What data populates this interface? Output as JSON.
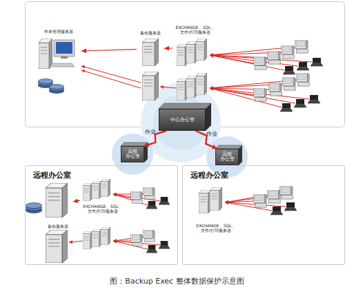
{
  "diagram": {
    "caption": "图：Backup Exec 整体数据保护示意图",
    "nodes": [
      {
        "text": [
          "中央管理服务器"
        ]
      },
      {
        "text": [
          "备份服务器"
        ]
      },
      {
        "text": [
          "EXCHANGE、SQL、 文件/打印服务器"
        ]
      },
      {
        "text": [
          "中心办公室"
        ]
      },
      {
        "text": [
          "远程 办公室"
        ]
      },
      {
        "text": [
          "远程 办公室"
        ]
      },
      {
        "text": [
          "远程办公室"
        ]
      },
      {
        "text": [
          "备份服务器"
        ],
        "in": 6
      },
      {
        "text": [
          "EXCHANGE、SQL、 文件/打印服务器"
        ],
        "in": 6
      },
      {
        "text": [
          "远程办公室"
        ]
      },
      {
        "text": [
          "EXCHANGE、SQL、 文件/打印服务器"
        ],
        "in": 9
      }
    ],
    "edges": [
      {
        "from": 1,
        "to": 0,
        "arrow": "to"
      },
      {
        "from": 2,
        "to": 1,
        "arrow": "to"
      },
      {
        "from": 3,
        "to": 4,
        "label": "作业",
        "arrow": "to"
      },
      {
        "from": 3,
        "to": 5,
        "label": "作业",
        "arrow": "to"
      },
      {
        "from": 8,
        "to": 7,
        "arrow": "to"
      }
    ]
  }
}
